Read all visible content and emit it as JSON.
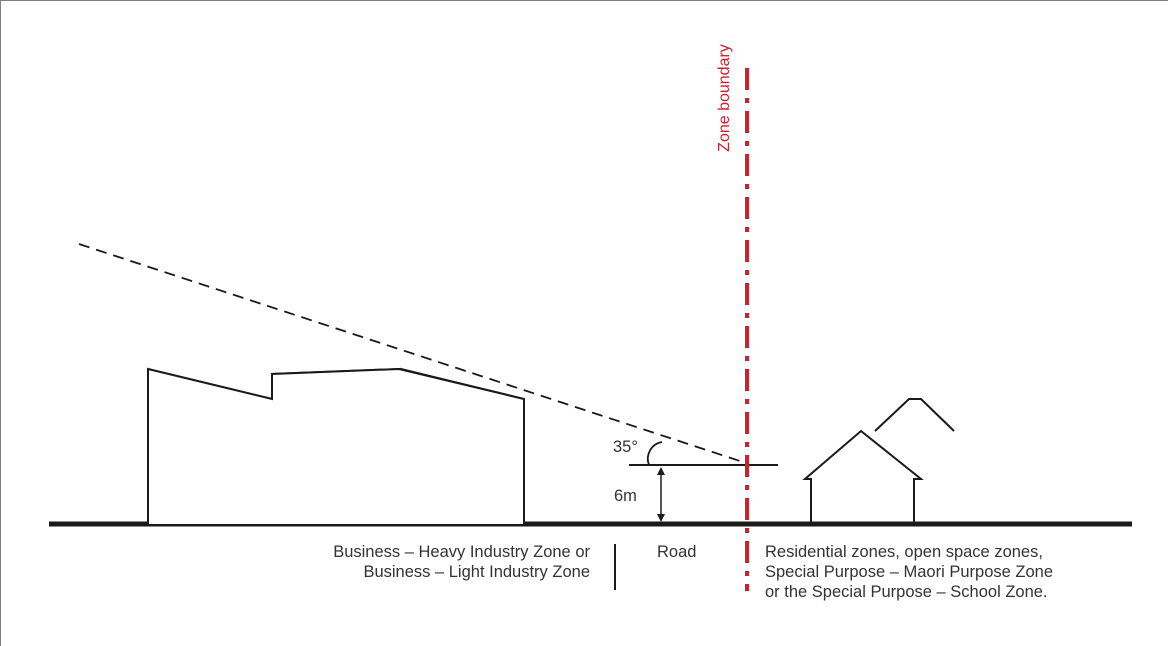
{
  "labels": {
    "zone_boundary": "Zone boundary",
    "angle": "35°",
    "height": "6m",
    "road": "Road",
    "business_line1": "Business – Heavy Industry Zone or",
    "business_line2": "Business – Light Industry Zone",
    "residential_line1": "Residential zones, open space zones,",
    "residential_line2": "Special Purpose – Maori Purpose Zone",
    "residential_line3": "or the Special Purpose – School Zone."
  },
  "colors": {
    "line": "#1a1a1a",
    "zone_boundary": "#d0202e",
    "text": "#333333"
  }
}
